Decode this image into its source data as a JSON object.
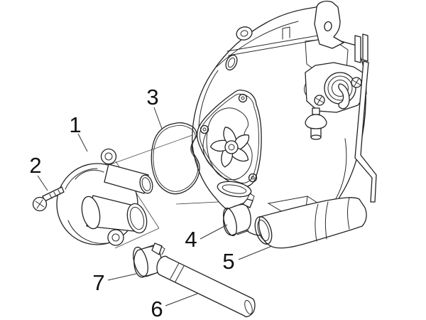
{
  "diagram": {
    "kind": "exploded-parts-line-drawing",
    "colors": {
      "background": "#ffffff",
      "line": "#222222",
      "label": "#111111"
    },
    "callouts": [
      {
        "label": "1"
      },
      {
        "label": "2"
      },
      {
        "label": "3"
      },
      {
        "label": "4"
      },
      {
        "label": "5"
      },
      {
        "label": "6"
      },
      {
        "label": "7"
      }
    ]
  }
}
